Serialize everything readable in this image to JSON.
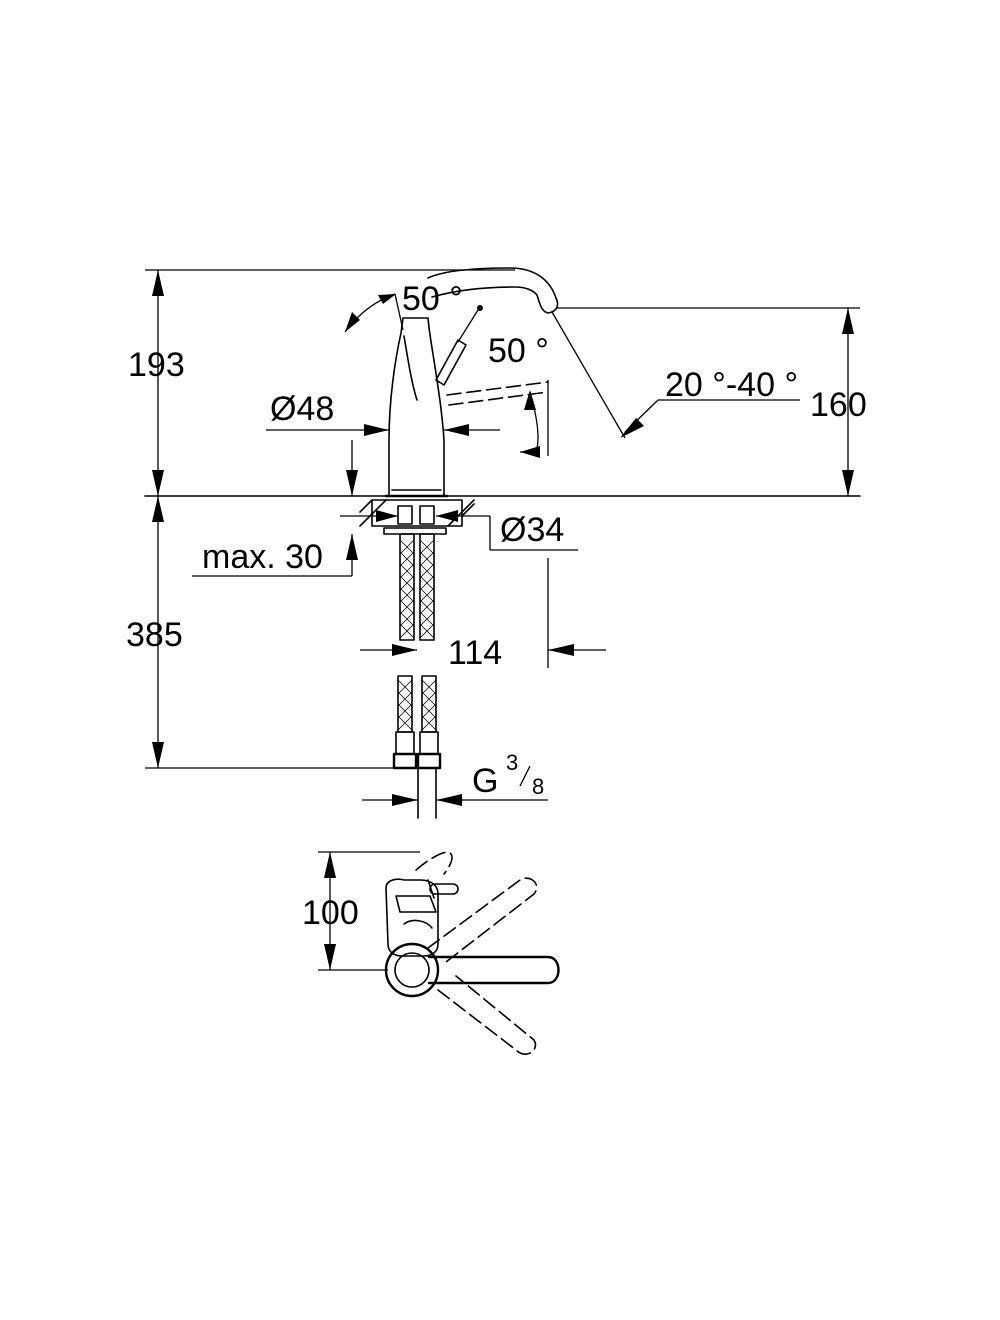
{
  "dimensions": {
    "total_height": "193",
    "spout_height": "160",
    "lever_angle_top": "50 °",
    "lever_angle_side": "50 °",
    "spout_angle": "20 °-40 °",
    "body_diameter": "Ø48",
    "base_diameter": "Ø34",
    "max_thickness": "max. 30",
    "hose_length": "385",
    "projection": "114",
    "thread_prefix": "G",
    "thread_num": "3",
    "thread_den": "8",
    "top_view_depth": "100"
  }
}
